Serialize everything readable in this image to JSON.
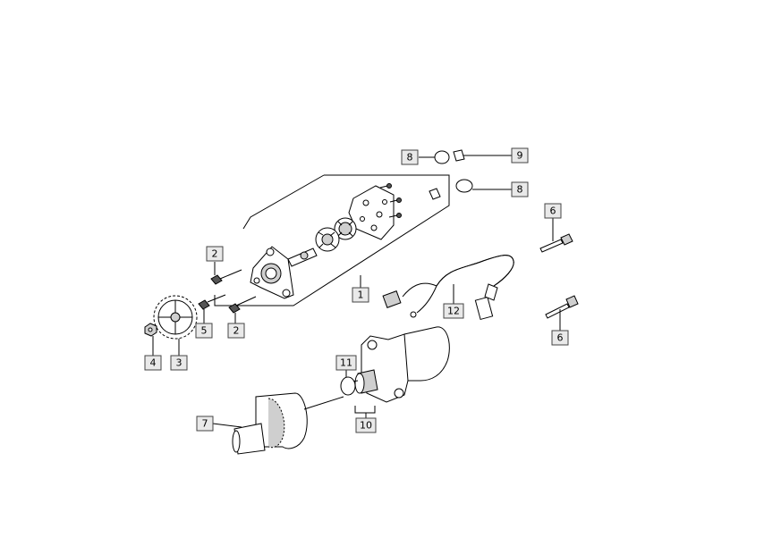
{
  "callouts": [
    {
      "id": "c8a",
      "label": "8"
    },
    {
      "id": "c9",
      "label": "9"
    },
    {
      "id": "c8b",
      "label": "8"
    },
    {
      "id": "c6a",
      "label": "6"
    },
    {
      "id": "c2a",
      "label": "2"
    },
    {
      "id": "c1",
      "label": "1"
    },
    {
      "id": "c12",
      "label": "12"
    },
    {
      "id": "c6b",
      "label": "6"
    },
    {
      "id": "c5",
      "label": "5"
    },
    {
      "id": "c2b",
      "label": "2"
    },
    {
      "id": "c4",
      "label": "4"
    },
    {
      "id": "c3",
      "label": "3"
    },
    {
      "id": "c11",
      "label": "11"
    },
    {
      "id": "c10",
      "label": "10"
    },
    {
      "id": "c7",
      "label": "7"
    }
  ]
}
